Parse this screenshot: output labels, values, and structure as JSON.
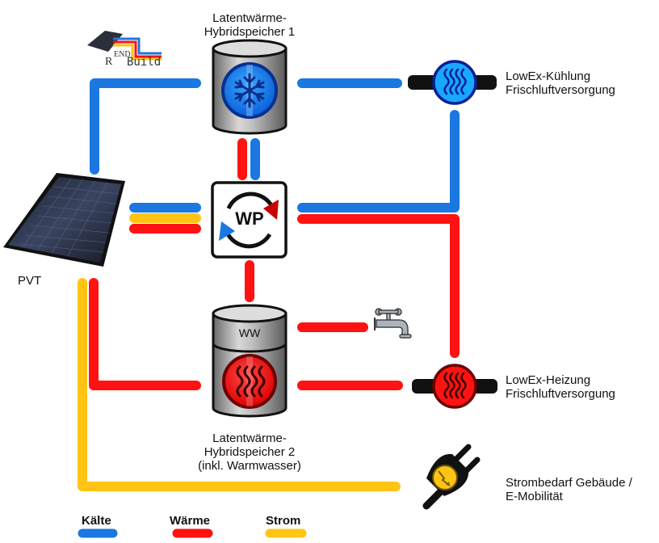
{
  "logo": {
    "text_r": "R",
    "text_end": "END",
    "text_build": "Build"
  },
  "components": {
    "storage1": {
      "title_line1": "Latentwärme-",
      "title_line2": "Hybridspeicher 1",
      "icon": "snowflake-icon"
    },
    "heatpump": {
      "label": "WP",
      "icon": "heat-pump-cycle-icon"
    },
    "storage2": {
      "title_line1": "Latentwärme-",
      "title_line2": "Hybridspeicher 2",
      "title_line3": "(inkl. Warmwasser)",
      "tank_label": "WW",
      "icon": "heating-waves-icon"
    },
    "pvt": {
      "label": "PVT",
      "icon": "solar-panel-icon"
    },
    "cooling": {
      "label_line1": "LowEx-Kühlung",
      "label_line2": "Frischluftversorgung",
      "icon": "cooling-waves-icon"
    },
    "heating": {
      "label_line1": "LowEx-Heizung",
      "label_line2": "Frischluftversorgung",
      "icon": "heating-waves-icon"
    },
    "faucet": {
      "icon": "faucet-icon"
    },
    "power": {
      "label_line1": "Strombedarf Gebäude /",
      "label_line2": "E-Mobilität",
      "icon": "plug-icon"
    }
  },
  "legend": [
    {
      "label": "Kälte",
      "color": "#1a78e0"
    },
    {
      "label": "Wärme",
      "color": "#ff1212"
    },
    {
      "label": "Strom",
      "color": "#ffc414"
    }
  ],
  "colors": {
    "cold": "#1a78e0",
    "heat": "#ff1212",
    "power": "#ffc414"
  }
}
